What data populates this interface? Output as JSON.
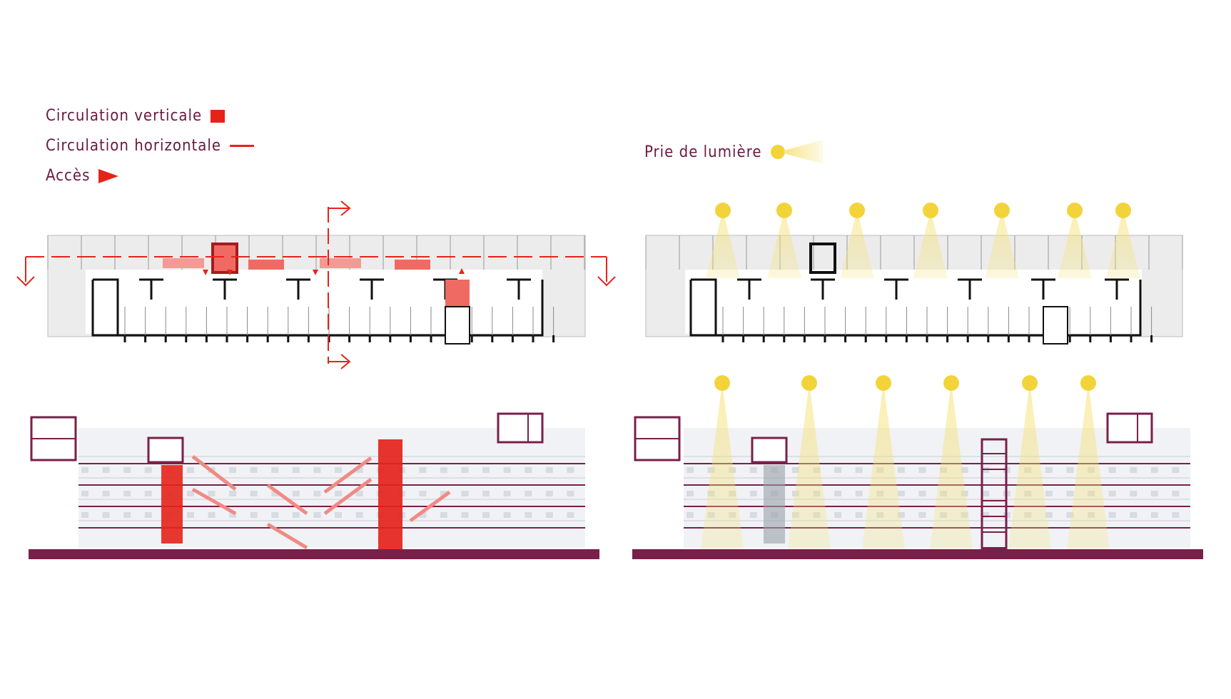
{
  "legend_left": {
    "vertical": {
      "label": "Circulation verticale",
      "icon": "red-square",
      "color": "#e5231b"
    },
    "horizontal": {
      "label": "Circulation horizontale",
      "icon": "red-line",
      "color": "#e5231b"
    },
    "access": {
      "label": "Accès",
      "icon": "red-arrow",
      "color": "#e5231b"
    }
  },
  "legend_right": {
    "light": {
      "label": "Prie de lumière",
      "icon": "sun-beam",
      "color": "#f2d43a"
    }
  },
  "colors": {
    "text": "#6b1a3e",
    "accent_red": "#e5231b",
    "plum": "#7a1f4a",
    "sun": "#f2d43a",
    "plan_fill": "#ececec",
    "wall": "#111111"
  }
}
